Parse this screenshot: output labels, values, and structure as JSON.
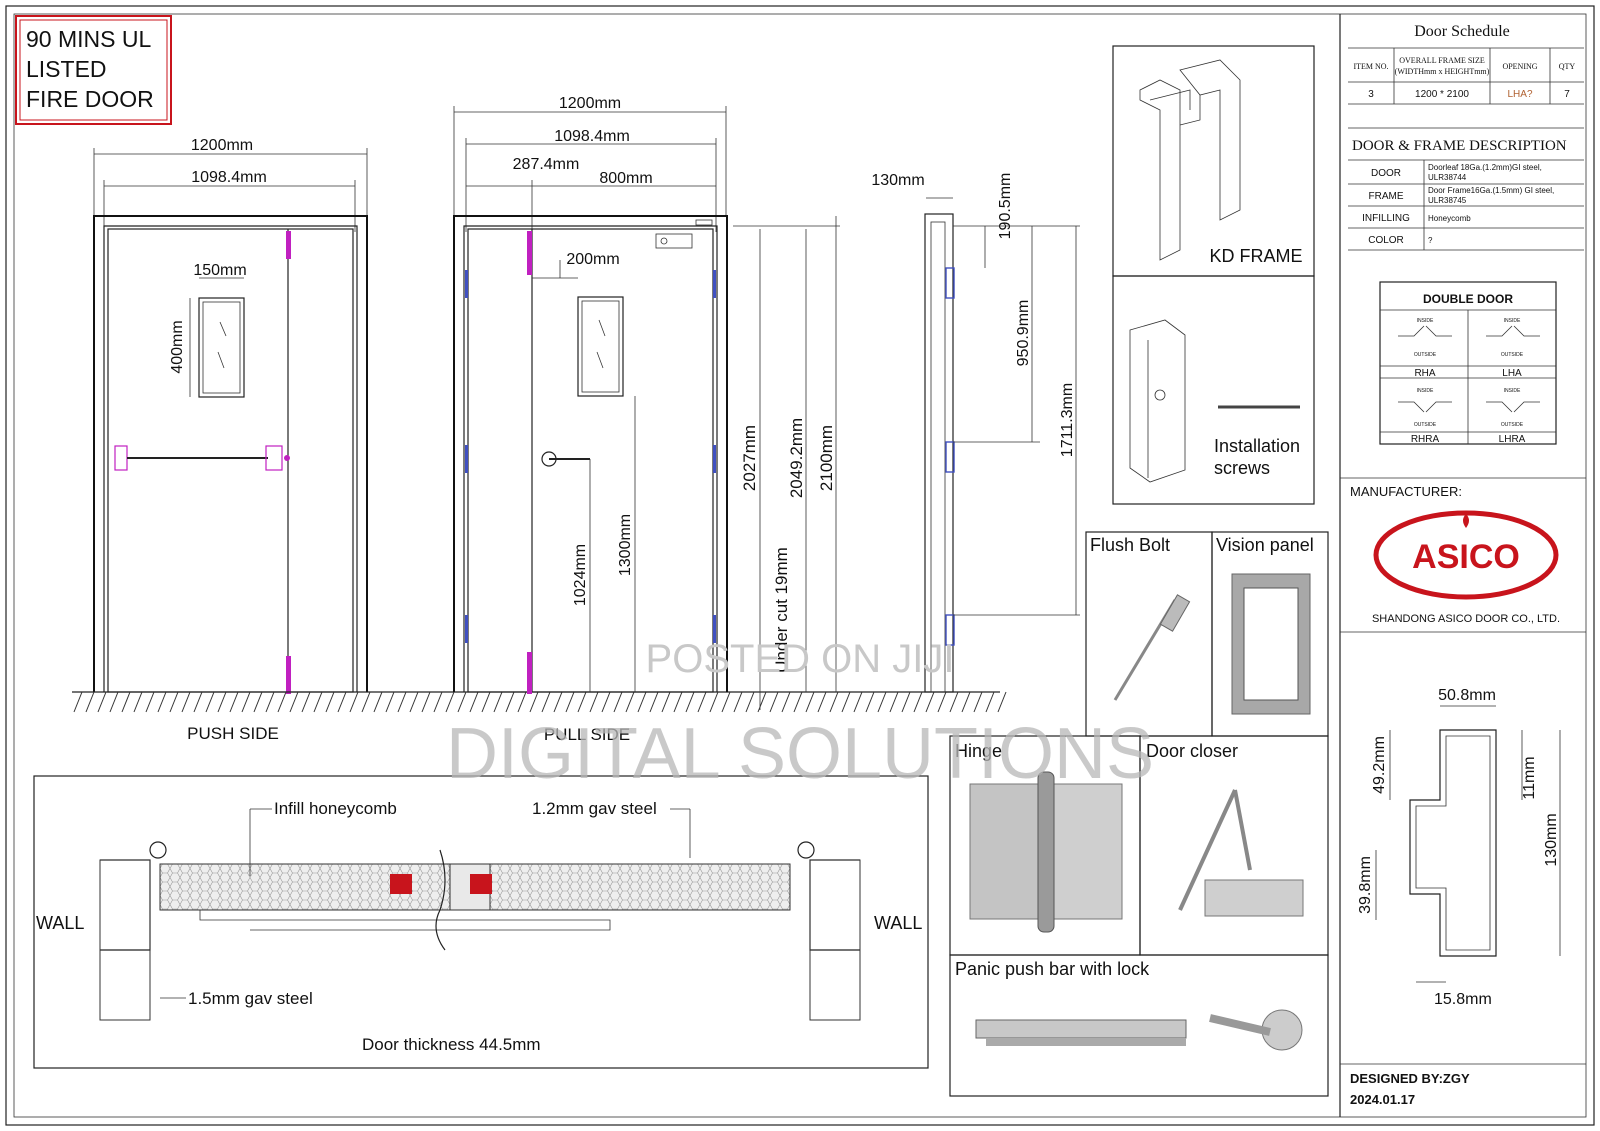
{
  "title_box": [
    "90 MINS UL",
    "LISTED",
    "FIRE DOOR"
  ],
  "push_side": {
    "label": "PUSH SIDE",
    "dims": {
      "overall_width": "1200mm",
      "inner_width": "1098.4mm",
      "panel_width": "150mm",
      "panel_height": "400mm"
    }
  },
  "pull_side": {
    "label": "PULL SIDE",
    "dims": {
      "overall_width": "1200mm",
      "inner_width": "1098.4mm",
      "leaf_small": "287.4mm",
      "leaf_large": "800mm",
      "panel_offset": "200mm",
      "handle_height": "1024mm",
      "panel_bottom": "1300mm",
      "h1": "2027mm",
      "h2": "2049.2mm",
      "h3": "2100mm",
      "undercut": "Under cut 19mm"
    }
  },
  "side_view": {
    "depth": "130mm",
    "d1": "190.5mm",
    "d2": "950.9mm",
    "d3": "1711.3mm"
  },
  "kd_frame": {
    "label": "KD FRAME"
  },
  "installation": {
    "label_line1": "Installation",
    "label_line2": "screws"
  },
  "flush_bolt": {
    "label": "Flush Bolt"
  },
  "vision_panel": {
    "label": "Vision panel"
  },
  "hinge": {
    "label": "Hinge"
  },
  "door_closer": {
    "label": "Door closer"
  },
  "panic_bar": {
    "label": "Panic push bar with lock"
  },
  "section": {
    "infill": "Infill honeycomb",
    "steel_12": "1.2mm gav steel",
    "steel_15": "1.5mm gav steel",
    "wall_left": "WALL",
    "wall_right": "WALL",
    "thickness": "Door thickness 44.5mm"
  },
  "watermarks": {
    "posted": "POSTED ON JIJI",
    "digital": "DIGITAL SOLUTIONS"
  },
  "schedule": {
    "title": "Door Schedule",
    "headers": [
      "ITEM NO.",
      "OVERALL FRAME SIZE",
      "(WIDTHmm x HEIGHTmm)",
      "OPENING",
      "QTY"
    ],
    "row": {
      "item": "3",
      "size": "1200 * 2100",
      "opening": "LHA?",
      "qty": "7"
    },
    "desc_title": "DOOR & FRAME DESCRIPTION",
    "desc": [
      {
        "k": "DOOR",
        "v1": "Doorleaf 18Ga.(1.2mm)GI steel,",
        "v2": "ULR38744"
      },
      {
        "k": "FRAME",
        "v1": "Door Frame16Ga.(1.5mm) GI steel,",
        "v2": "ULR38745"
      },
      {
        "k": "INFILLING",
        "v1": "Honeycomb",
        "v2": ""
      },
      {
        "k": "COLOR",
        "v1": "?",
        "v2": ""
      }
    ]
  },
  "double_door": {
    "title": "DOUBLE DOOR",
    "types": [
      "RHA",
      "LHA",
      "RHRA",
      "LHRA"
    ],
    "inside": "INSIDE",
    "outside": "OUTSIDE"
  },
  "manufacturer": {
    "label": "MANUFACTURER:",
    "logo": "ASICO",
    "company": "SHANDONG ASICO DOOR CO., LTD."
  },
  "profile": {
    "w": "50.8mm",
    "a": "49.2mm",
    "b": "11mm",
    "h": "130mm",
    "c": "39.8mm",
    "d": "15.8mm"
  },
  "designer": {
    "by": "DESIGNED BY:ZGY",
    "date": "2024.01.17"
  },
  "colors": {
    "accent_red": "#c8141c",
    "hinge_magenta": "#c020c0",
    "hinge_blue": "#4050c0"
  }
}
